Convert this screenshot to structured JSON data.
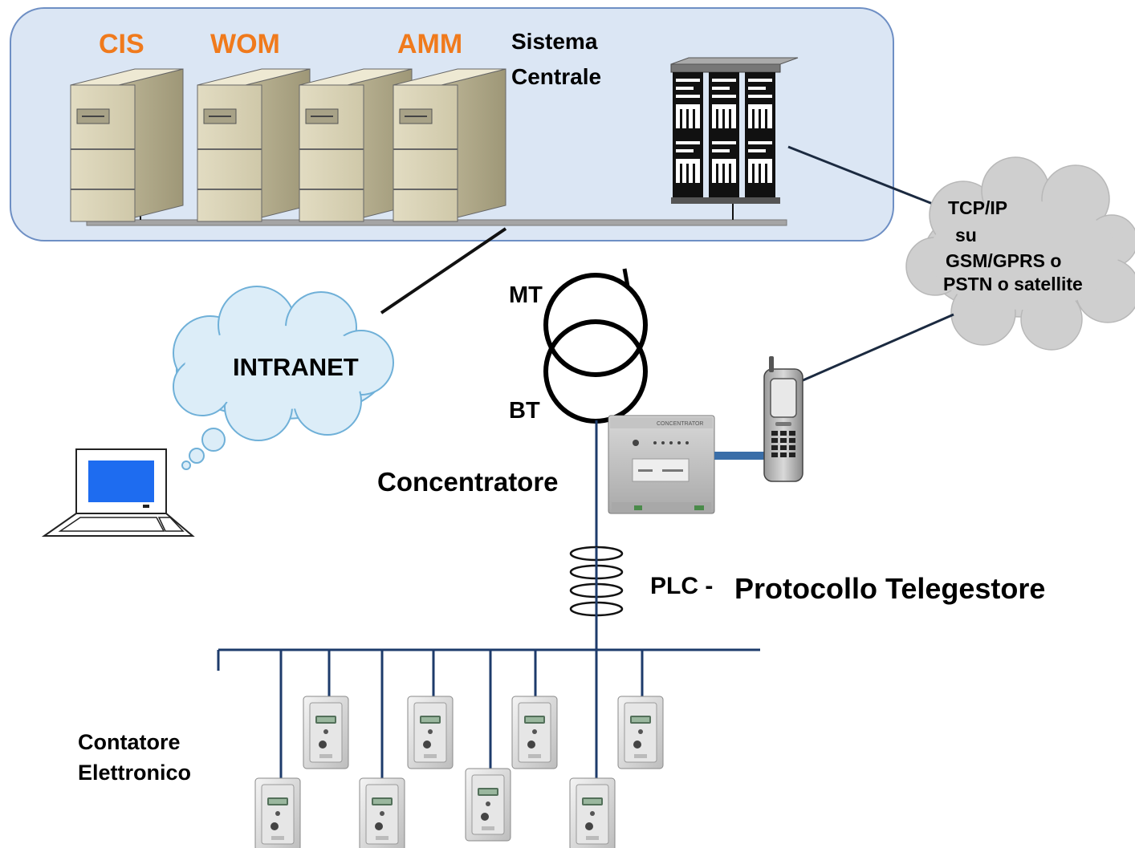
{
  "central_system": {
    "label_line1": "Sistema",
    "label_line2": "Centrale",
    "servers": [
      "CIS",
      "WOM",
      "AMM"
    ]
  },
  "network": {
    "intranet_label": "INTRANET",
    "wan_label_line1": "TCP/IP",
    "wan_label_line2": "su",
    "wan_label_line3": "GSM/GPRS o",
    "wan_label_line4": "PSTN o satellite"
  },
  "transformer": {
    "mt_label": "MT",
    "bt_label": "BT"
  },
  "concentrator": {
    "label": "Concentratore",
    "device_text": "CONCENTRATOR"
  },
  "plc": {
    "prefix": "PLC -",
    "protocol": "Protocollo Telegestore"
  },
  "meters": {
    "label_line1": "Contatore",
    "label_line2": "Elettronico"
  },
  "colors": {
    "accent_orange": "#f07a1c",
    "central_bg": "#dbe6f4",
    "central_border": "#6e8fc4",
    "cloud_fill": "#dcedf8",
    "cloud_gray": "#cfcfcf",
    "line_navy": "#1d3b6b",
    "screen_blue": "#1e6cf0"
  }
}
